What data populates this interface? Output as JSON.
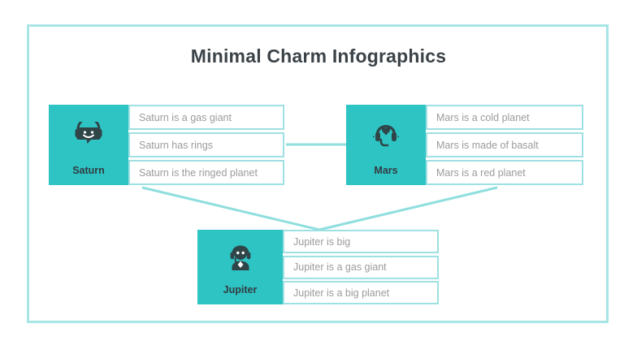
{
  "slide": {
    "title": "Minimal Charm Infographics",
    "accent_color": "#2ec4c4",
    "frame_color": "#a8e6e6",
    "row_border_color": "#9fe0e2",
    "row_text_color": "#9b9b9b",
    "title_color": "#3b4348",
    "background_color": "#ffffff"
  },
  "blocks": [
    {
      "id": "saturn",
      "label": "Saturn",
      "icon": "chat-bubble-face-headphones-icon",
      "facts": [
        "Saturn is a gas giant",
        "Saturn has rings",
        "Saturn is the ringed planet"
      ]
    },
    {
      "id": "mars",
      "label": "Mars",
      "icon": "headset-heart-icon",
      "facts": [
        "Mars is a cold planet",
        "Mars is made of basalt",
        "Mars is a red planet"
      ]
    },
    {
      "id": "jupiter",
      "label": "Jupiter",
      "icon": "support-agent-person-icon",
      "facts": [
        "Jupiter is big",
        "Jupiter is a gas giant",
        "Jupiter is a big planet"
      ]
    }
  ]
}
